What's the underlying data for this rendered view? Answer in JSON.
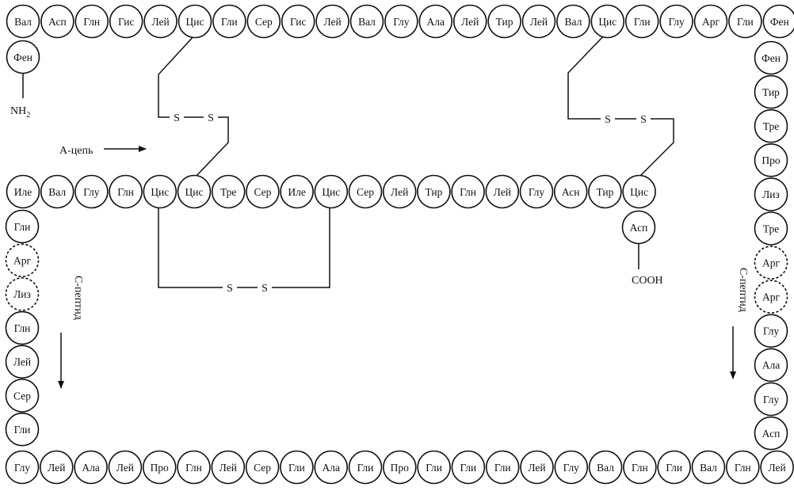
{
  "top_chain": [
    "Вал",
    "Асп",
    "Глн",
    "Гис",
    "Лей",
    "Цис",
    "Гли",
    "Сер",
    "Гис",
    "Лей",
    "Вал",
    "Глу",
    "Ала",
    "Лей",
    "Тир",
    "Лей",
    "Вал",
    "Цис",
    "Гли",
    "Глу",
    "Арг",
    "Гли",
    "Фен"
  ],
  "right_chain": [
    {
      "label": "Фен",
      "dashed": false
    },
    {
      "label": "Тир",
      "dashed": false
    },
    {
      "label": "Тре",
      "dashed": false
    },
    {
      "label": "Про",
      "dashed": false
    },
    {
      "label": "Лиз",
      "dashed": false
    },
    {
      "label": "Тре",
      "dashed": false
    },
    {
      "label": "Арг",
      "dashed": true
    },
    {
      "label": "Арг",
      "dashed": true
    },
    {
      "label": "Глу",
      "dashed": false
    },
    {
      "label": "Ала",
      "dashed": false
    },
    {
      "label": "Глу",
      "dashed": false
    },
    {
      "label": "Асп",
      "dashed": false
    }
  ],
  "bottom_chain": [
    "Глу",
    "Лей",
    "Ала",
    "Лей",
    "Про",
    "Глн",
    "Лей",
    "Сер",
    "Гли",
    "Ала",
    "Гли",
    "Про",
    "Гли",
    "Гли",
    "Гли",
    "Лей",
    "Глу",
    "Вал",
    "Глн",
    "Гли",
    "Вал",
    "Глн",
    "Лей"
  ],
  "left_chain": [
    {
      "label": "Гли",
      "dashed": false
    },
    {
      "label": "Арг",
      "dashed": true
    },
    {
      "label": "Лиз",
      "dashed": true
    },
    {
      "label": "Глн",
      "dashed": false
    },
    {
      "label": "Лей",
      "dashed": false
    },
    {
      "label": "Сер",
      "dashed": false
    },
    {
      "label": "Гли",
      "dashed": false
    }
  ],
  "a_chain": [
    "Иле",
    "Вал",
    "Глу",
    "Глн",
    "Цис",
    "Цис",
    "Тре",
    "Сер",
    "Иле",
    "Цис",
    "Сер",
    "Лей",
    "Тир",
    "Глн",
    "Лей",
    "Глу",
    "Асн",
    "Тир",
    "Цис"
  ],
  "b_start": "Фен",
  "a_end": "Асп",
  "disulfide_label": "S",
  "n_terminus": "NH",
  "n_terminus_sub": "2",
  "c_terminus": "COOH",
  "a_chain_label": "А-цепь",
  "c_peptide_label": "С-пептид"
}
